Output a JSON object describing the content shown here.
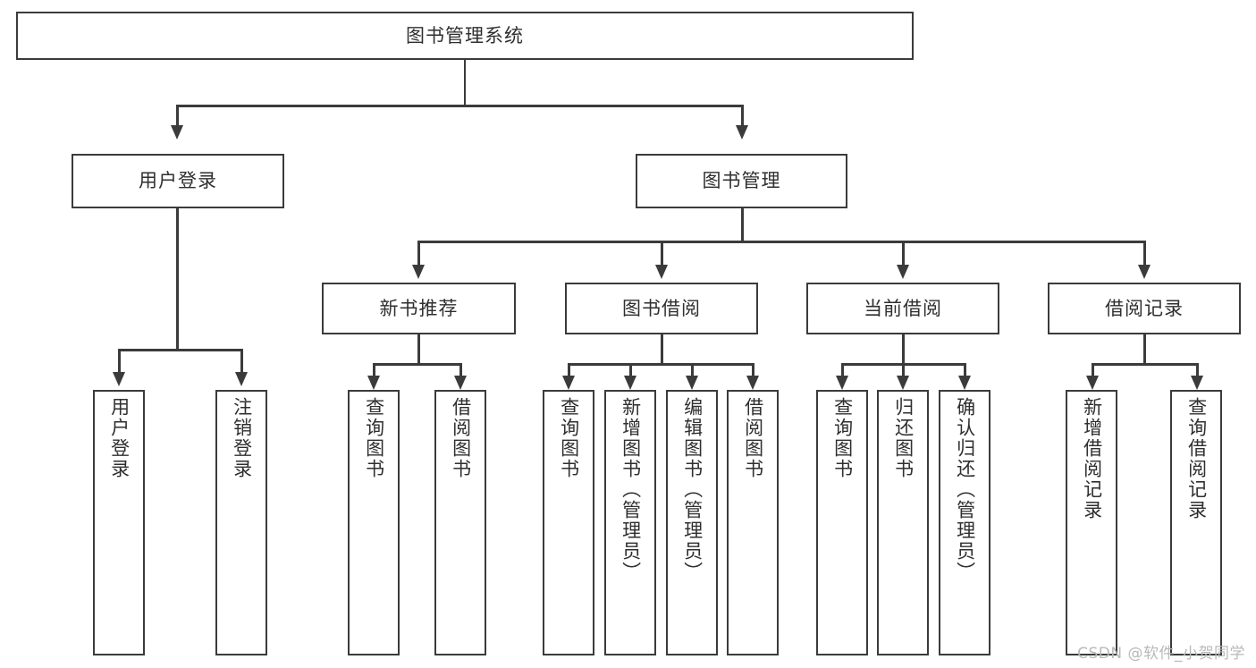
{
  "diagram": {
    "type": "tree-hierarchy",
    "title": "图书管理系统",
    "orientation": "top-down",
    "colors": {
      "box_border": "#3b3b3b",
      "box_fill": "#ffffff",
      "connector": "#3b3b3b",
      "text": "#2f2f2f",
      "watermark": "#b9b9b9",
      "background": "#ffffff"
    },
    "root": {
      "label": "图书管理系统"
    },
    "level1": [
      {
        "label": "用户登录"
      },
      {
        "label": "图书管理"
      }
    ],
    "level2": [
      {
        "label": "新书推荐"
      },
      {
        "label": "图书借阅"
      },
      {
        "label": "当前借阅"
      },
      {
        "label": "借阅记录"
      }
    ],
    "leaves": {
      "user_login": [
        {
          "label": "用户登录"
        },
        {
          "label": "注销登录"
        }
      ],
      "new_book_recommend": [
        {
          "label": "查询图书"
        },
        {
          "label": "借阅图书"
        }
      ],
      "book_borrow": [
        {
          "label": "查询图书"
        },
        {
          "label": "新增图书（管理员）"
        },
        {
          "label": "编辑图书（管理员）"
        },
        {
          "label": "借阅图书"
        }
      ],
      "current_borrow": [
        {
          "label": "查询图书"
        },
        {
          "label": "归还图书"
        },
        {
          "label": "确认归还（管理员）"
        }
      ],
      "borrow_record": [
        {
          "label": "新增借阅记录"
        },
        {
          "label": "查询借阅记录"
        }
      ]
    }
  },
  "watermark": {
    "text": "CSDN @软件_小贺同学"
  }
}
